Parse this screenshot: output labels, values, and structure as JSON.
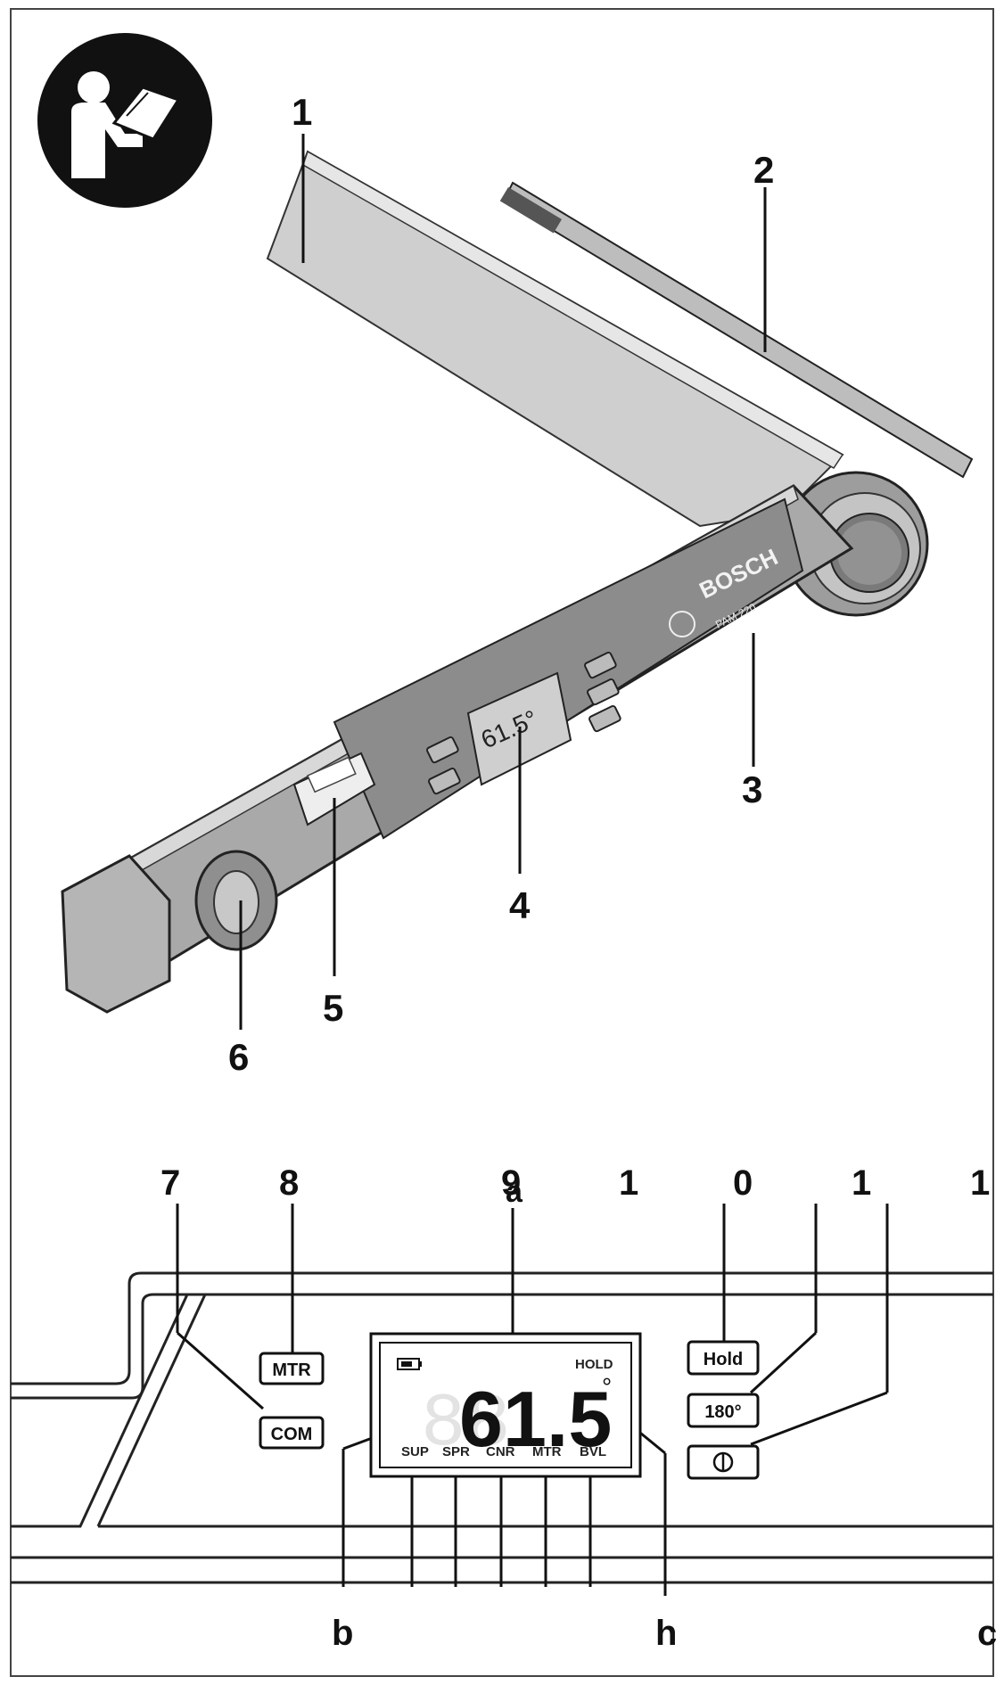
{
  "callouts_top": {
    "part_1": "1",
    "part_2": "2",
    "part_3": "3",
    "part_4": "4",
    "part_5": "5",
    "part_6": "6"
  },
  "tool_face": {
    "brand": "BOSCH",
    "model": "PAM 220",
    "mini_display": "61.5°"
  },
  "callouts_bottom": {
    "c7": "7",
    "c8": "8",
    "c9": "9",
    "c1a": "1",
    "c0": "0",
    "c1b": "1",
    "c1c": "1",
    "ca": "a",
    "cb": "b",
    "ch": "h",
    "cc": "c"
  },
  "panel_buttons": {
    "mtr": "MTR",
    "com": "COM",
    "hold": "Hold",
    "deg180": "180°"
  },
  "lcd": {
    "value_main": "61.5",
    "degree": "°",
    "hold": "HOLD",
    "modes": [
      "SUP",
      "SPR",
      "CNR",
      "MTR",
      "BVL"
    ]
  }
}
